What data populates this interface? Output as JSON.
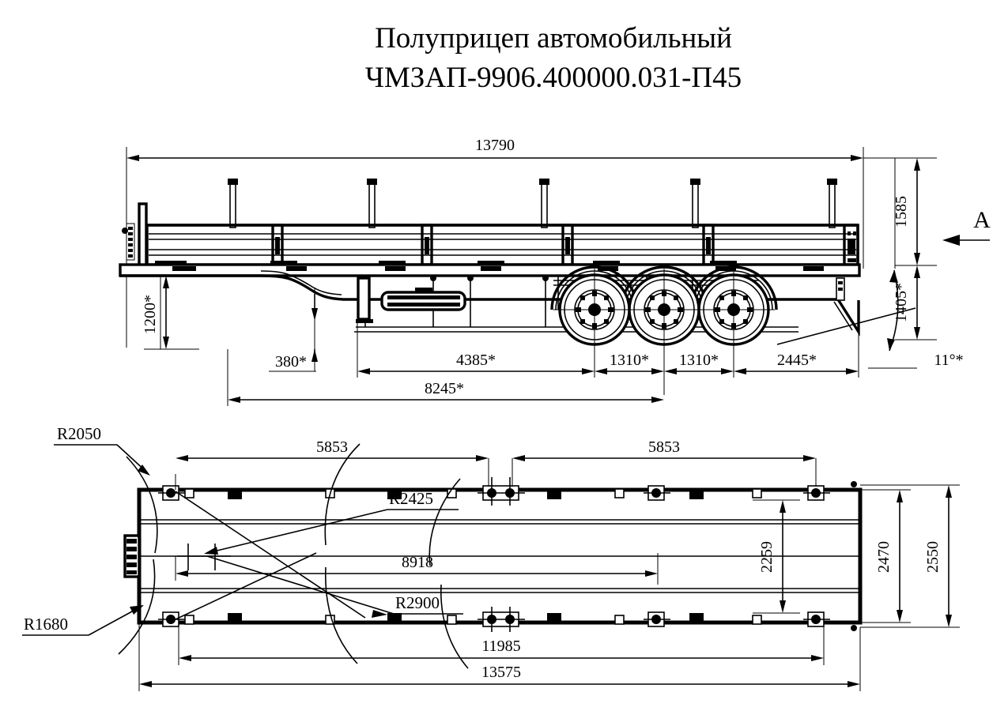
{
  "document": {
    "type": "technical-drawing",
    "title_line1": "Полуприцеп автомобильный",
    "title_line2": "ЧМЗАП-9906.400000.031-П45",
    "background_color": "#ffffff",
    "line_color": "#000000"
  },
  "views": {
    "side": {
      "label": "side-elevation",
      "section_arrow_label": "A"
    },
    "plan": {
      "label": "plan-view"
    }
  },
  "dimensions": {
    "side_view": {
      "overall_length": "13790",
      "deck_height": "1200*",
      "kingpin_offset": "380*",
      "front_to_first_axle": "4385*",
      "axle_spacing_1": "1310*",
      "axle_spacing_2": "1310*",
      "rear_overhang": "2445*",
      "kingpin_to_axle_center": "8245*",
      "side_wall_height": "1585",
      "loading_height": "1405*",
      "ramp_angle": "11°*"
    },
    "plan_view": {
      "half_length_front": "5853",
      "half_length_rear": "5853",
      "inner_span": "8918",
      "deck_inner_width": "2259",
      "frame_width": "2470",
      "overall_width": "2550",
      "between_end_fittings": "11985",
      "overall_length": "13575"
    },
    "radii": {
      "r_top_left": "R2050",
      "r_bottom_left": "R1680",
      "r_upper_inner": "R2425",
      "r_lower_inner": "R2900"
    }
  },
  "notes": {
    "asterisk_meaning": "*"
  }
}
